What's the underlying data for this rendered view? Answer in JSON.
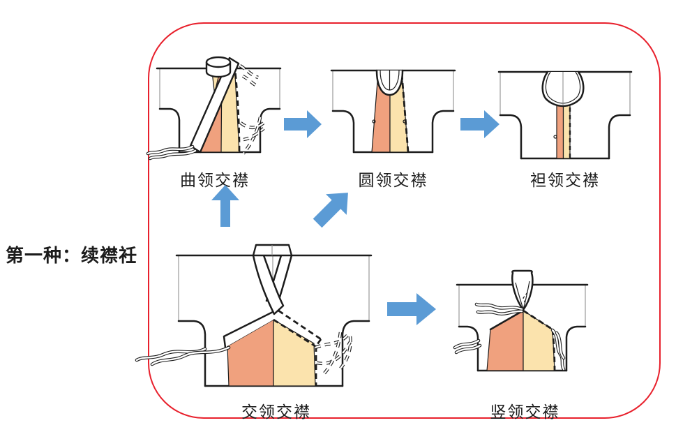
{
  "side_label": "第一种：续襟衽",
  "colors": {
    "border_red": "#e8202c",
    "arrow_blue": "#5b9bd5",
    "panel_salmon": "#f0a17e",
    "panel_yellow": "#fbe3ad",
    "ink": "#1c1c1c",
    "thin_gray": "#8f8f8f"
  },
  "diagram": {
    "nodes": [
      {
        "id": "qu-ling-jiao-jin",
        "label": "曲领交襟"
      },
      {
        "id": "yuan-ling-jiao-jin",
        "label": "圆领交襟"
      },
      {
        "id": "tan-ling-jiao-jin",
        "label": "袒领交襟"
      },
      {
        "id": "jiao-ling-jiao-jin",
        "label": "交领交襟"
      },
      {
        "id": "shu-ling-jiao-jin",
        "label": "竖领交襟"
      }
    ],
    "arrows": [
      {
        "from": "jiao-ling-jiao-jin",
        "to": "qu-ling-jiao-jin",
        "direction": "up"
      },
      {
        "from": "jiao-ling-jiao-jin",
        "to": "yuan-ling-jiao-jin",
        "direction": "up-right"
      },
      {
        "from": "qu-ling-jiao-jin",
        "to": "yuan-ling-jiao-jin",
        "direction": "right"
      },
      {
        "from": "yuan-ling-jiao-jin",
        "to": "tan-ling-jiao-jin",
        "direction": "right"
      },
      {
        "from": "jiao-ling-jiao-jin",
        "to": "shu-ling-jiao-jin",
        "direction": "right"
      }
    ]
  }
}
